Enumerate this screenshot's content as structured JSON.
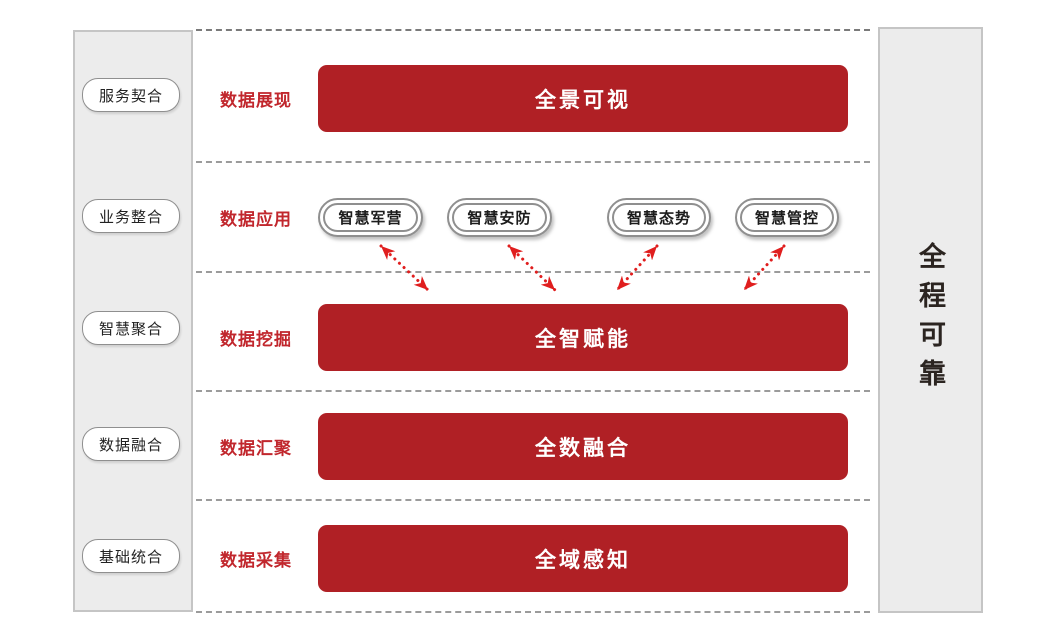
{
  "left_panel": {
    "items": [
      "服务契合",
      "业务整合",
      "智慧聚合",
      "数据融合",
      "基础统合"
    ]
  },
  "right_panel": {
    "title": "全程可靠"
  },
  "layers": [
    {
      "label": "数据展现",
      "bar": "全景可视"
    },
    {
      "label": "数据应用",
      "apps": [
        "智慧军营",
        "智慧安防",
        "智慧态势",
        "智慧管控"
      ]
    },
    {
      "label": "数据挖掘",
      "bar": "全智赋能"
    },
    {
      "label": "数据汇聚",
      "bar": "全数融合"
    },
    {
      "label": "数据采集",
      "bar": "全域感知"
    }
  ],
  "connections": [
    {
      "from": "智慧军营",
      "to": "全智赋能",
      "style": "bidirectional-dotted"
    },
    {
      "from": "智慧安防",
      "to": "全智赋能",
      "style": "bidirectional-dotted"
    },
    {
      "from": "智慧态势",
      "to": "全智赋能",
      "style": "bidirectional-dotted"
    },
    {
      "from": "智慧管控",
      "to": "全智赋能",
      "style": "bidirectional-dotted"
    }
  ],
  "colors": {
    "bar_red": "#b02025",
    "label_red": "#c1272d",
    "arrow_red": "#e01e1e",
    "panel_bg": "#ececec",
    "panel_border": "#c5c5c5",
    "pill_border": "#8f8f8f",
    "dash_gray": "#9b9b9b",
    "text_dark": "#2b2420"
  }
}
